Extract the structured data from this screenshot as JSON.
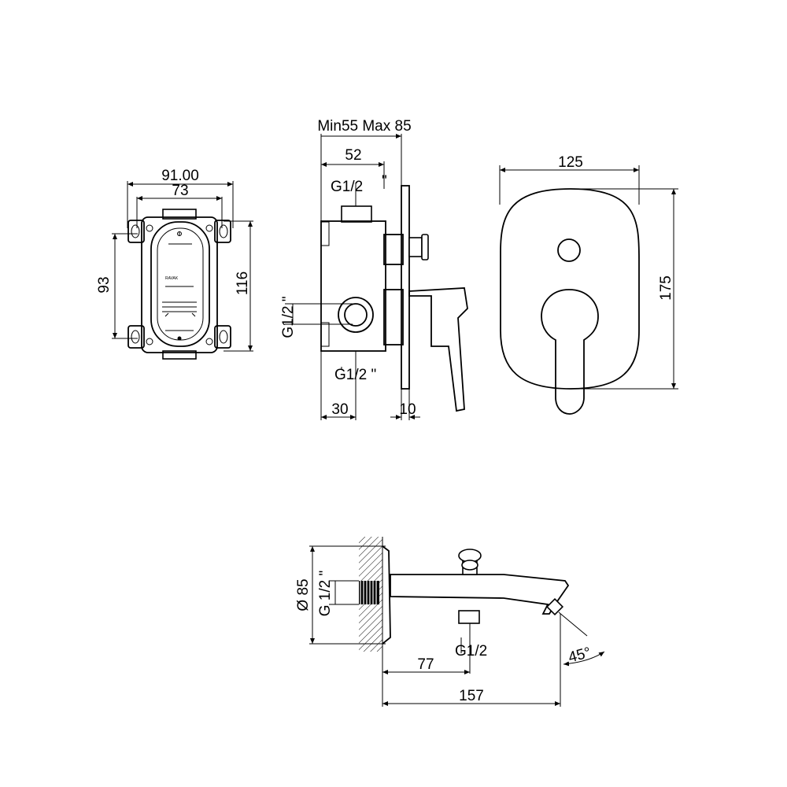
{
  "mounting_box": {
    "width_outer": "91.00",
    "width_inner": "73",
    "height_inner": "93",
    "height_outer": "116",
    "brand_text": "RAVAK"
  },
  "side_view": {
    "depth_range": "Min55 Max 85",
    "depth": "52",
    "top_thread": "G1/2",
    "top_thread_mark": "\"",
    "left_thread": "G1/2 \"",
    "bottom_thread": "G1/2 \"",
    "offset_bottom": "30",
    "plate_thickness": "10"
  },
  "front_view": {
    "plate_width": "125",
    "plate_height": "175"
  },
  "spout": {
    "diameter": "Ø 85",
    "inlet_thread": "G 1/2 \"",
    "outlet_thread": "G1/2",
    "offset": "77",
    "length": "157",
    "angle": "45°"
  }
}
